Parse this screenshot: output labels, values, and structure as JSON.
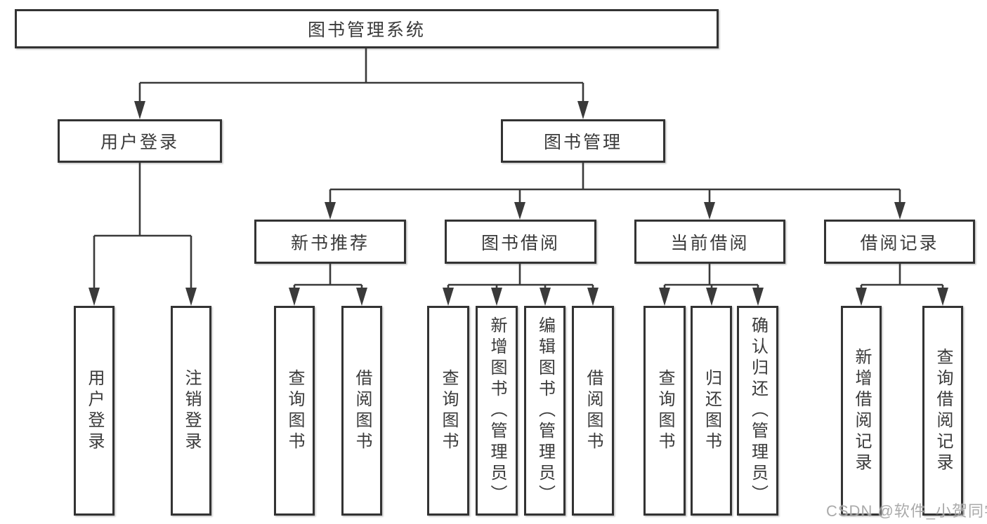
{
  "diagram": {
    "root": {
      "label": "图书管理系统"
    },
    "level2": [
      {
        "label": "用户登录",
        "children": [
          {
            "label": "用户登录"
          },
          {
            "label": "注销登录"
          }
        ]
      },
      {
        "label": "图书管理",
        "children": [
          {
            "label": "新书推荐",
            "children": [
              {
                "label": "查询图书"
              },
              {
                "label": "借阅图书"
              }
            ]
          },
          {
            "label": "图书借阅",
            "children": [
              {
                "label": "查询图书"
              },
              {
                "label": "新增图书（管理员）"
              },
              {
                "label": "编辑图书（管理员）"
              },
              {
                "label": "借阅图书"
              }
            ]
          },
          {
            "label": "当前借阅",
            "children": [
              {
                "label": "查询图书"
              },
              {
                "label": "归还图书"
              },
              {
                "label": "确认归还（管理员）"
              }
            ]
          },
          {
            "label": "借阅记录",
            "children": [
              {
                "label": "新增借阅记录"
              },
              {
                "label": "查询借阅记录"
              }
            ]
          }
        ]
      }
    ]
  },
  "watermark": {
    "text": "CSDN @软件_小贺同学"
  },
  "colors": {
    "line": "#3a3a3a",
    "border": "#333333",
    "text": "#3a3a3a",
    "background": "#ffffff",
    "watermark": "#9e9e9e"
  }
}
